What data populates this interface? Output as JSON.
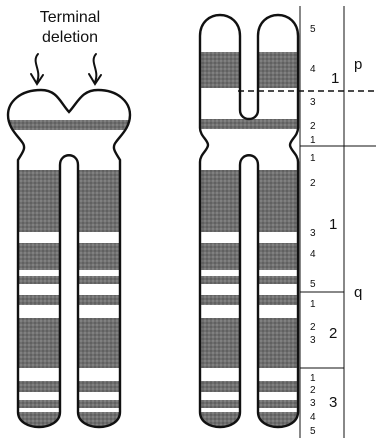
{
  "left_caption": {
    "line1": "Terminal",
    "line2": "deletion"
  },
  "arm_labels": {
    "p": "p",
    "q": "q"
  },
  "p_arm": {
    "region_1": "1",
    "bands": [
      "5",
      "4",
      "3",
      "2",
      "1"
    ]
  },
  "q_arm": {
    "region_1": {
      "label": "1",
      "bands": [
        "1",
        "2",
        "3",
        "4",
        "5"
      ]
    },
    "region_2": {
      "label": "2",
      "bands": [
        "1",
        "2",
        "3"
      ]
    },
    "region_3": {
      "label": "3",
      "bands": [
        "1",
        "2",
        "3",
        "4",
        "5"
      ]
    }
  },
  "colors": {
    "outline": "#111111",
    "dark_band": "#6f6f6f",
    "background": "#ffffff"
  }
}
